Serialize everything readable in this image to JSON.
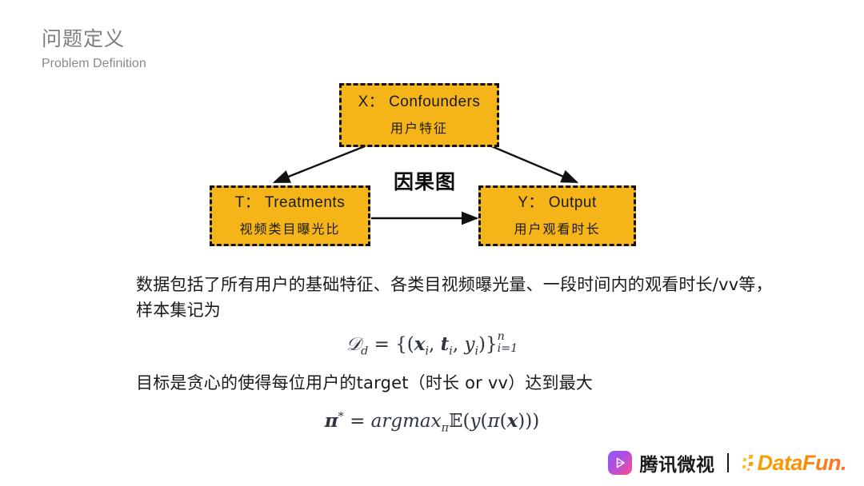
{
  "header": {
    "title_cn": "问题定义",
    "title_en": "Problem Definition"
  },
  "diagram": {
    "center_label": "因果图",
    "nodes": [
      {
        "id": "x",
        "title": "X： Confounders",
        "subtitle": "用户特征"
      },
      {
        "id": "t",
        "title": "T： Treatments",
        "subtitle": "视频类目曝光比"
      },
      {
        "id": "y",
        "title": "Y： Output",
        "subtitle": "用户观看时长"
      }
    ],
    "edges": [
      {
        "from": "x",
        "to": "t",
        "label": ""
      },
      {
        "from": "x",
        "to": "y",
        "label": ""
      },
      {
        "from": "t",
        "to": "y",
        "label": ""
      }
    ],
    "box_fill": "#F5B518",
    "box_border": "#111111"
  },
  "body": {
    "paragraph_1": "数据包括了所有用户的基础特征、各类目视频曝光量、一段时间内的观看时长/vv等，样本集记为",
    "formula_1_plain": "𝒟_d = {(x_i, t_i, y_i)}_{i=1}^{n}",
    "paragraph_2": "目标是贪心的使得每位用户的target（时长 or vv）达到最大",
    "formula_2_plain": "π* = argmax_π 𝔼(y(π(x)))"
  },
  "footer": {
    "weishi_name": "腾讯微视",
    "weishi_icon": "play-triangle-icon",
    "divider": "|",
    "datafun_name": "DataFun.",
    "datafun_accent": "#F7941D"
  }
}
